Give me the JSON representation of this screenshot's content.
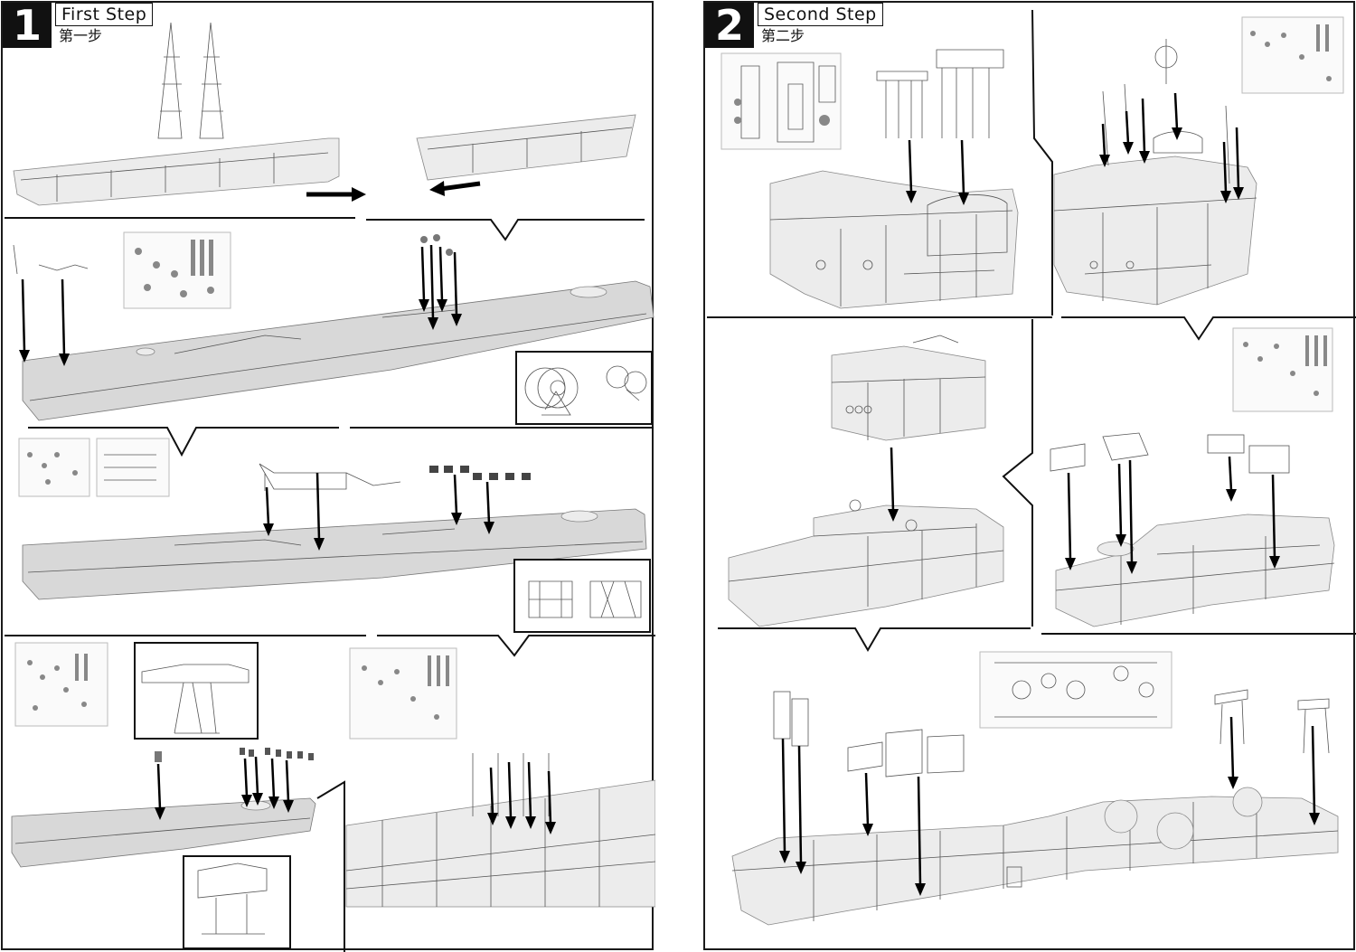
{
  "step1": {
    "number": "1",
    "title": "First Step",
    "subtitle": "第一步"
  },
  "step2": {
    "number": "2",
    "title": "Second Step",
    "subtitle": "第二步"
  }
}
